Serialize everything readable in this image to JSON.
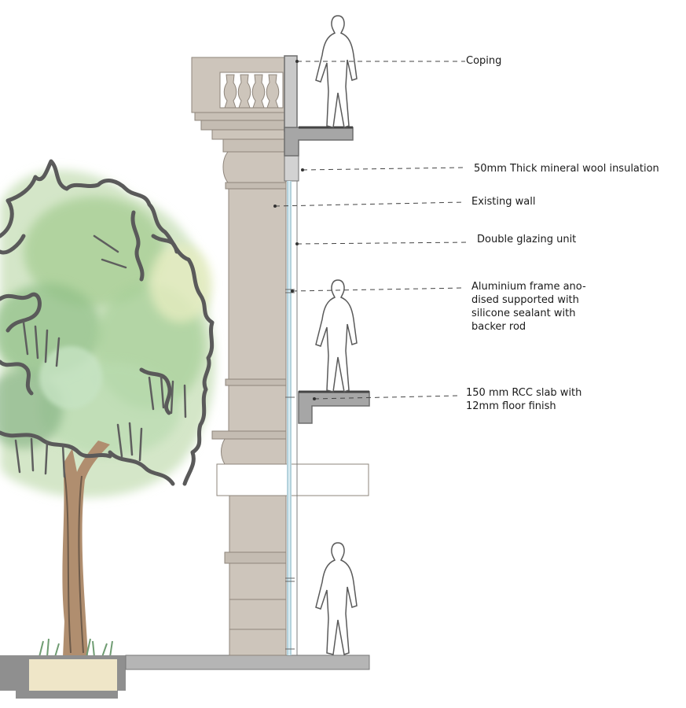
{
  "labels": {
    "coping": "Coping",
    "insulation": "50mm Thick mineral wool insulation",
    "existing_wall": "Existing wall",
    "glazing": "Double glazing unit",
    "frame_line1": "Aluminium frame ano-",
    "frame_line2": "dised supported with",
    "frame_line3": "silicone sealant with",
    "frame_line4": "backer rod",
    "slab_line1": "150 mm RCC slab with",
    "slab_line2": "12mm floor finish"
  },
  "colors": {
    "stone": "#cdc5bb",
    "stone_dark": "#8e857b",
    "slab": "#8a8a8a",
    "slab_fill": "#b9b9b9",
    "glass": "#aed0dc",
    "leaf_light": "#cfe3c4",
    "leaf_mid": "#9fc98d",
    "leaf_dark": "#6f9c72",
    "trunk": "#a08063",
    "outline": "#5b5b5b"
  }
}
